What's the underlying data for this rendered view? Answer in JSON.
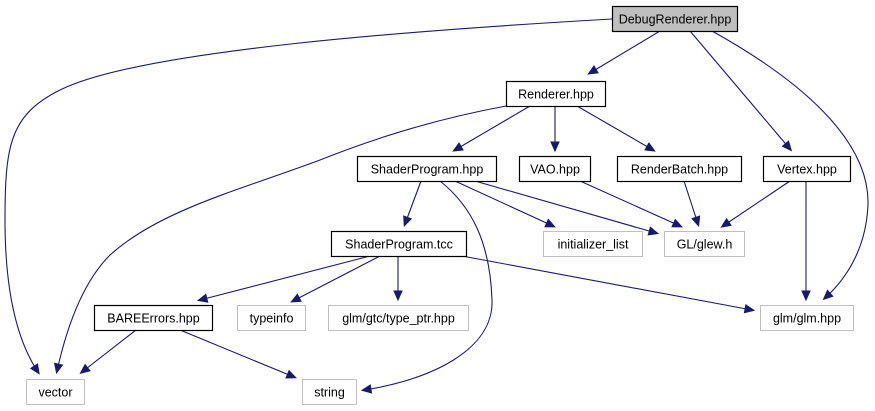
{
  "diagram": {
    "type": "include-dependency-graph",
    "root": "DebugRenderer.hpp",
    "nodes": [
      {
        "id": "DebugRenderer.hpp",
        "label": "DebugRenderer.hpp",
        "kind": "root",
        "fill": "#bfbfbf",
        "border": "#000000"
      },
      {
        "id": "Renderer.hpp",
        "label": "Renderer.hpp",
        "kind": "documented",
        "fill": "#ffffff",
        "border": "#000000"
      },
      {
        "id": "ShaderProgram.hpp",
        "label": "ShaderProgram.hpp",
        "kind": "documented",
        "fill": "#ffffff",
        "border": "#000000"
      },
      {
        "id": "VAO.hpp",
        "label": "VAO.hpp",
        "kind": "documented",
        "fill": "#ffffff",
        "border": "#000000"
      },
      {
        "id": "RenderBatch.hpp",
        "label": "RenderBatch.hpp",
        "kind": "documented",
        "fill": "#ffffff",
        "border": "#000000"
      },
      {
        "id": "Vertex.hpp",
        "label": "Vertex.hpp",
        "kind": "documented",
        "fill": "#ffffff",
        "border": "#000000"
      },
      {
        "id": "ShaderProgram.tcc",
        "label": "ShaderProgram.tcc",
        "kind": "documented",
        "fill": "#ffffff",
        "border": "#000000"
      },
      {
        "id": "initializer_list",
        "label": "initializer_list",
        "kind": "external",
        "fill": "#ffffff",
        "border": "#bfbfbf"
      },
      {
        "id": "GL/glew.h",
        "label": "GL/glew.h",
        "kind": "external",
        "fill": "#ffffff",
        "border": "#bfbfbf"
      },
      {
        "id": "BAREErrors.hpp",
        "label": "BAREErrors.hpp",
        "kind": "documented",
        "fill": "#ffffff",
        "border": "#000000"
      },
      {
        "id": "typeinfo",
        "label": "typeinfo",
        "kind": "external",
        "fill": "#ffffff",
        "border": "#bfbfbf"
      },
      {
        "id": "glm/gtc/type_ptr.hpp",
        "label": "glm/gtc/type_ptr.hpp",
        "kind": "external",
        "fill": "#ffffff",
        "border": "#bfbfbf"
      },
      {
        "id": "glm/glm.hpp",
        "label": "glm/glm.hpp",
        "kind": "external",
        "fill": "#ffffff",
        "border": "#bfbfbf"
      },
      {
        "id": "vector",
        "label": "vector",
        "kind": "external",
        "fill": "#ffffff",
        "border": "#bfbfbf"
      },
      {
        "id": "string",
        "label": "string",
        "kind": "external",
        "fill": "#ffffff",
        "border": "#bfbfbf"
      }
    ],
    "edges": [
      {
        "from": "DebugRenderer.hpp",
        "to": "Renderer.hpp"
      },
      {
        "from": "DebugRenderer.hpp",
        "to": "vector"
      },
      {
        "from": "DebugRenderer.hpp",
        "to": "Vertex.hpp"
      },
      {
        "from": "DebugRenderer.hpp",
        "to": "glm/glm.hpp"
      },
      {
        "from": "Renderer.hpp",
        "to": "vector"
      },
      {
        "from": "Renderer.hpp",
        "to": "ShaderProgram.hpp"
      },
      {
        "from": "Renderer.hpp",
        "to": "VAO.hpp"
      },
      {
        "from": "Renderer.hpp",
        "to": "RenderBatch.hpp"
      },
      {
        "from": "ShaderProgram.hpp",
        "to": "ShaderProgram.tcc"
      },
      {
        "from": "ShaderProgram.hpp",
        "to": "initializer_list"
      },
      {
        "from": "ShaderProgram.hpp",
        "to": "GL/glew.h"
      },
      {
        "from": "ShaderProgram.hpp",
        "to": "string"
      },
      {
        "from": "VAO.hpp",
        "to": "GL/glew.h"
      },
      {
        "from": "RenderBatch.hpp",
        "to": "GL/glew.h"
      },
      {
        "from": "Vertex.hpp",
        "to": "GL/glew.h"
      },
      {
        "from": "Vertex.hpp",
        "to": "glm/glm.hpp"
      },
      {
        "from": "ShaderProgram.tcc",
        "to": "BAREErrors.hpp"
      },
      {
        "from": "ShaderProgram.tcc",
        "to": "typeinfo"
      },
      {
        "from": "ShaderProgram.tcc",
        "to": "glm/gtc/type_ptr.hpp"
      },
      {
        "from": "ShaderProgram.tcc",
        "to": "glm/glm.hpp"
      },
      {
        "from": "BAREErrors.hpp",
        "to": "vector"
      },
      {
        "from": "BAREErrors.hpp",
        "to": "string"
      }
    ],
    "edge_color": "#191970"
  }
}
